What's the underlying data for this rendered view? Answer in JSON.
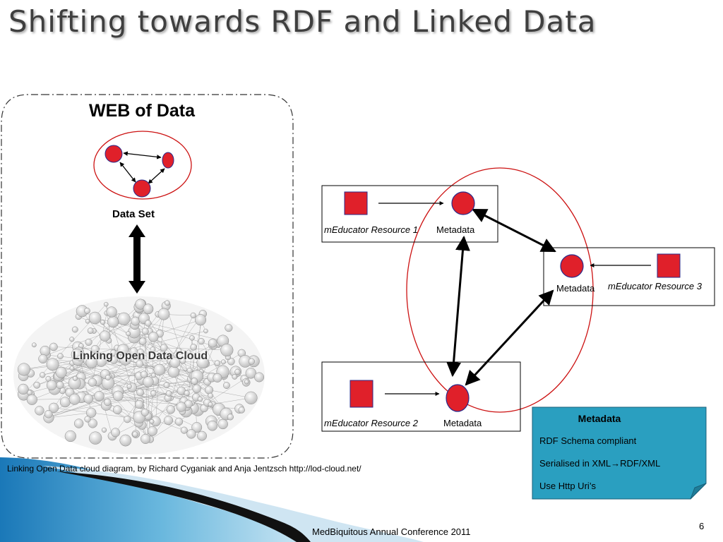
{
  "slide": {
    "title": "Shifting towards RDF and Linked Data",
    "web_of_data": {
      "title": "WEB of Data",
      "dataset_label": "Data Set",
      "cloud_label": "Linking Open Data Cloud"
    },
    "caption": "Linking Open Data cloud diagram, by Richard Cyganiak and Anja Jentzsch http://lod-cloud.net/",
    "resources": [
      {
        "resource_label": "mEducator Resource 1",
        "metadata_label": "Metadata"
      },
      {
        "resource_label": "mEducator Resource 2",
        "metadata_label": "Metadata"
      },
      {
        "resource_label": "mEducator Resource 3",
        "metadata_label": "Metadata"
      }
    ],
    "note": {
      "title": "Metadata",
      "lines": [
        "RDF Schema compliant",
        "Serialised in XML→RDF/XML",
        "Use Http Uri’s"
      ]
    },
    "footer": "MedBiquitous Annual Conference 2011",
    "page_number": "6",
    "colors": {
      "node_fill": "#e0202a",
      "node_stroke": "#2a2a8a",
      "ellipse_stroke": "#cc1111",
      "note_fill": "#2a9fc0",
      "footer_blue": "#2f86c0"
    }
  }
}
